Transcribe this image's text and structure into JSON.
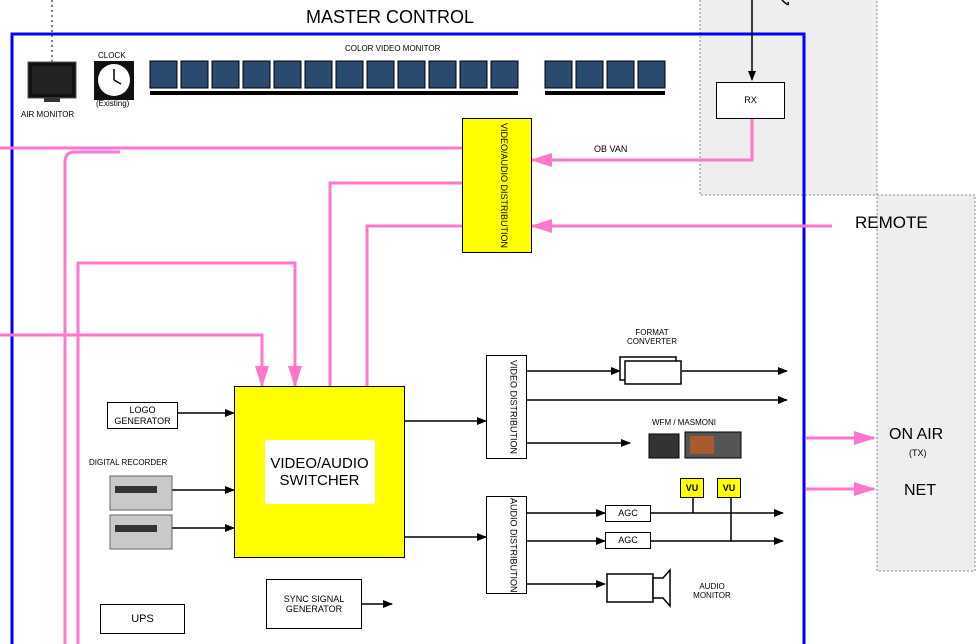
{
  "title": "MASTER CONTROL",
  "top_row": {
    "air_monitor": "AIR MONITOR",
    "clock": "CLOCK",
    "clock_note": "(Existing)",
    "color_monitor": "COLOR VIDEO MONITOR"
  },
  "rx": "RX",
  "ob_van": "OB VAN",
  "remote": "REMOTE",
  "dist_top": "VIDEO/AUDIO DISTRIBUTION",
  "switcher_line1": "VIDEO/AUDIO",
  "switcher_line2": "SWITCHER",
  "logo_generator": "LOGO GENERATOR",
  "digital_recorder": "DIGITAL RECORDER",
  "video_distribution": "VIDEO DISTRIBUTION",
  "audio_distribution": "AUDIO DISTRIBUTION",
  "format_converter": "FORMAT CONVERTER",
  "wfm": "WFM / MASMONI",
  "vu1": "VU",
  "vu2": "VU",
  "agc1": "AGC",
  "agc2": "AGC",
  "audio_monitor": "AUDIO MONITOR",
  "sync": "SYNC SIGNAL GENERATOR",
  "ups": "UPS",
  "on_air": "ON AIR",
  "tx": "(TX)",
  "net": "NET",
  "colors": {
    "border": "#0000ff",
    "signal": "#ff77cc",
    "highlight": "#ffff00"
  }
}
